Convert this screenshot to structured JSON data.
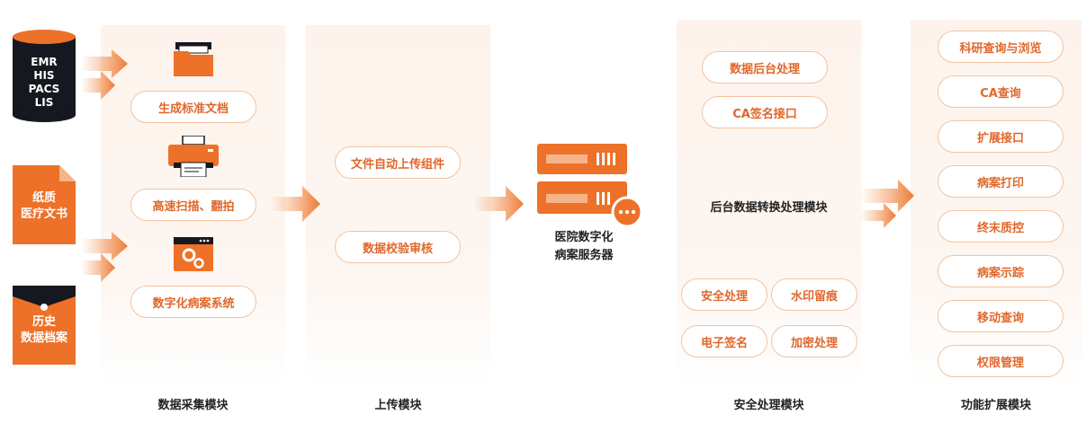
{
  "sources": {
    "db_lines": [
      "EMR",
      "HIS",
      "PACS",
      "LIS"
    ],
    "paper": [
      "纸质",
      "医疗文书"
    ],
    "archive": [
      "历史",
      "数据档案"
    ]
  },
  "collection": {
    "items": [
      "生成标准文档",
      "高速扫描、翻拍",
      "数字化病案系统"
    ],
    "caption": "数据采集模块"
  },
  "upload": {
    "items": [
      "文件自动上传组件",
      "数据校验审核"
    ],
    "caption": "上传模块"
  },
  "server": {
    "lines": [
      "医院数字化",
      "病案服务器"
    ]
  },
  "security": {
    "top_items": [
      "数据后台处理",
      "CA签名接口"
    ],
    "title": "后台数据转换处理模块",
    "bottom_items": [
      "安全处理",
      "水印留痕",
      "电子签名",
      "加密处理"
    ],
    "caption": "安全处理模块"
  },
  "function": {
    "items": [
      "科研查询与浏览",
      "CA查询",
      "扩展接口",
      "病案打印",
      "终末质控",
      "病案示踪",
      "移动查询",
      "权限管理"
    ],
    "caption": "功能扩展模块"
  },
  "colors": {
    "accent": "#ed7128",
    "pill_border": "#f3c39f",
    "dark": "#15181f"
  }
}
